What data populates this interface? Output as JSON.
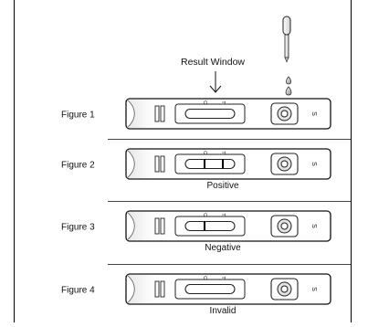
{
  "result_window_label": "Result Window",
  "cassette": {
    "c_mark": "C",
    "t_mark": "T",
    "s_mark": "S"
  },
  "figures": [
    {
      "label": "Figure 1",
      "caption": "",
      "c_line": false,
      "t_line": false
    },
    {
      "label": "Figure 2",
      "caption": "Positive",
      "c_line": true,
      "t_line": true
    },
    {
      "label": "Figure 3",
      "caption": "Negative",
      "c_line": true,
      "t_line": false
    },
    {
      "label": "Figure 4",
      "caption": "Invalid",
      "c_line": false,
      "t_line": false
    }
  ]
}
